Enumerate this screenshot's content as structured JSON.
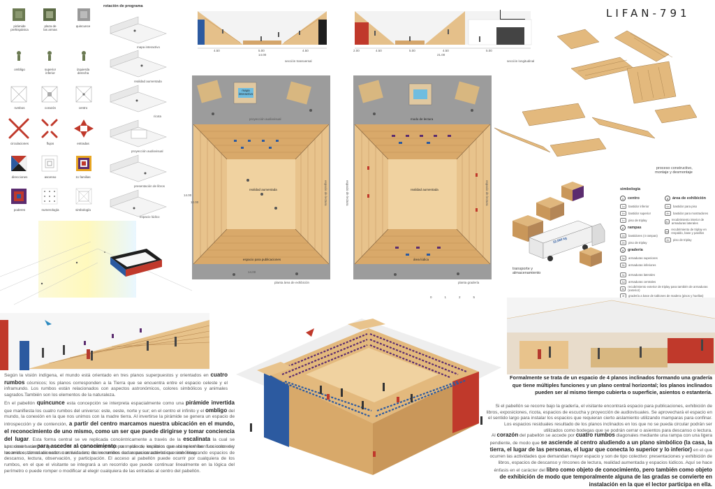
{
  "header": {
    "title": "LIFAN-791"
  },
  "symbols": [
    {
      "id": "piramide",
      "label": "pirámide\nprehispánica"
    },
    {
      "id": "plaza",
      "label": "plaza de\nlas armas"
    },
    {
      "id": "quincunce",
      "label": "quincunce"
    },
    {
      "id": "ombligo",
      "label": "ombligo"
    },
    {
      "id": "superior",
      "label": "superior\ninferior"
    },
    {
      "id": "izquierda",
      "label": "izquierda\nderecha"
    },
    {
      "id": "rumbos",
      "label": "rumbos"
    },
    {
      "id": "corazon",
      "label": "corazón"
    },
    {
      "id": "centro",
      "label": "centro"
    },
    {
      "id": "circulaciones",
      "label": "circulaciones"
    },
    {
      "id": "flujos",
      "label": "flujos"
    },
    {
      "id": "entradas",
      "label": "entradas"
    },
    {
      "id": "direcciones",
      "label": "direcciones"
    },
    {
      "id": "ascenso",
      "label": "ascenso"
    },
    {
      "id": "familias",
      "label": "11 familias"
    },
    {
      "id": "poderes",
      "label": "poderes"
    },
    {
      "id": "numerologia",
      "label": "numerología"
    },
    {
      "id": "simbologia",
      "label": "simbología"
    }
  ],
  "program": {
    "heading": "rotación de programa",
    "items": [
      "mapa interactivo",
      "realidad aumentada",
      "ricota",
      "proyección audiovisual",
      "presentación de libros",
      "espacio lúdico"
    ]
  },
  "sections": {
    "transversal": {
      "label": "sección transversal",
      "dims": [
        "4.50",
        "5.00",
        "4.50",
        "14.00"
      ]
    },
    "longitudinal": {
      "label": "sección longitudinal",
      "dims": [
        "2.00",
        "4.50",
        "5.00",
        "4.50",
        "5.00",
        "21.00"
      ]
    }
  },
  "plans": {
    "left": {
      "label": "planta área de exhibición",
      "tags": [
        "mapa interactivo",
        "proyección audiovisual",
        "realidad aumentada",
        "espacio de lectura",
        "espacio para publicaciones"
      ],
      "dims": [
        "14.00",
        "12.00",
        "14.00"
      ]
    },
    "right": {
      "label": "planta gradería",
      "tags": [
        "modo de lectura",
        "realidad aumentada",
        "espacio de lectura",
        "área lúdica",
        "espacio de lectura"
      ]
    },
    "scale": [
      "0",
      "1",
      "2",
      "5"
    ]
  },
  "process": {
    "label": "proceso constructivo,\nmontaje y desmontaje"
  },
  "transport": {
    "label": "transporte y\nalmacenamiento",
    "truck_text": "22,560 kg"
  },
  "legend": {
    "heading": "simbología",
    "groups": [
      {
        "n": "1",
        "title": "centro",
        "items": [
          {
            "code": "1a",
            "text": "bastidor inferior"
          },
          {
            "code": "1b",
            "text": "bastidor superior"
          },
          {
            "code": "1c",
            "text": "piso de triplay"
          }
        ]
      },
      {
        "n": "2",
        "title": "rampas",
        "items": [
          {
            "code": "2a",
            "text": "bastidores (4 rampas)"
          },
          {
            "code": "2b",
            "text": "piso de triplay"
          }
        ]
      },
      {
        "n": "3",
        "title": "gradería",
        "items": [
          {
            "code": "3a",
            "text": "armaduras superiores"
          },
          {
            "code": "3b",
            "text": "armaduras inferiores"
          },
          {
            "code": "3c",
            "text": "armaduras laterales"
          },
          {
            "code": "3d",
            "text": "armaduras centrales"
          },
          {
            "code": "3e",
            "text": "recubrimiento exterior de triplay para también de armaduras (exterior)"
          },
          {
            "code": "3f",
            "text": "gradería a base de tablones de madera (pisos y huellas)"
          }
        ]
      },
      {
        "n": "4",
        "title": "área de exhibición",
        "items": [
          {
            "code": "4a",
            "text": "bastidor para piso"
          },
          {
            "code": "4b",
            "text": "bastidor para mostradores"
          },
          {
            "code": "4c",
            "text": "recubrimiento interior de armaduras laterales"
          },
          {
            "code": "4d",
            "text": "recubrimiento de triplay en respaldo, base y pasillos"
          },
          {
            "code": "4e",
            "text": "piso de triplay"
          }
        ]
      }
    ]
  },
  "text": {
    "p1_a": "Según la visión indígena, el mundo está orientado en tres planos superpuestos y orientados en ",
    "p1_b": "cuatro rumbos",
    "p1_c": " cósmicos; los planos corresponden a la Tierra que se encuentra entre el espacio celeste y el inframundo. Los rumbos están relacionados con aspectos astronómicos, colores simbólicos y animales sagrados.También son los elementos de la naturaleza.",
    "p2_a": "En el pabellón ",
    "p2_b": "quincunce",
    "p2_c": " esta concepción se interpreta espacialmente como una ",
    "p2_d": "pirámide invertida",
    "p2_e": " que manifiesta los cuatro rumbos del universo: este, oeste, norte y sur; en el centro el infinito y el ",
    "p2_f": "ombligo",
    "p2_g": " del mundo, la conexión en la que nos unimos con la madre tierra. Al invertirse la pirámide se genera un espacio de introspección y de contención, ",
    "p2_h": "a partir del centro marcamos nuestra ubicación en el mundo, el reconocimiento de uno mismo, como un ser que puede dirigirse y tomar conciencia del lugar",
    "p2_i": ". Esta forma central se ve replicada concéntricamente a través de la ",
    "p2_j": "escalinata",
    "p2_k": " la cual se aproxima hacia ",
    "p2_l": "para acceder al conocimiento",
    "p2_m": " por medio de los libros que ahí se exhiben.Los colores y las aves están relacionados con cada uno de los rumbos dadas sus características simbólicas.",
    "p3": "Los cuatro rumbos generan en su perímetro y bajo sus planos, espacios que cumplen las funciones de: recorridos, zonas de estar o actividades; los recorridos son espacios activos que van integrando espacios de descanso, lectura, observación, y participación. El acceso al pabellón puede ocurrir por cualquiera de los rumbos, en el que el visitante se integrará a un recorrido que puede continuar linealmente en la lógica del perímetro o puede romper o modificar al elegir cualquiera de las entradas al centro del pabellón.",
    "r1_a": "Formalmente se trata de un espacio de 4 planos inclinados formando una gradería que tiene múltiples funciones y un plano central horizontal; los planos inclinados pueden ser al mismo tiempo cubierta o superficie, asientos o estantería.",
    "r2": "Si el pabellón se recorre bajo la gradería, el visitante encontrará espacio para publicaciones, exhibición de libros, exposiciones, ricota, espacios de escucha y proyección de audiovisuales. Se aprovechará el espacio en el sentido largo para instalar los espacios que requieran cierto aislamiento utilizando mamparas para confinar. Los espacios residuales resultado de los planos inclinados en los que no se pueda circular podrán ser utilizados como bodegas que se podrán cerrar o asientos para descanso o lectura.",
    "r3_a": "Al ",
    "r3_b": "corazón",
    "r3_c": " del pabellón se accede por ",
    "r3_d": "cuatro rumbos",
    "r3_e": " diagonales mediante una rampa con una ligera pendiente, de modo que ",
    "r3_f": "se asciende al centro aludiendo a un plano simbólico (la casa, la tierra, el lugar de las personas, el lugar que conecta lo superior y lo inferior)",
    "r3_g": " en el que ocurren las actividades que demandan mayor espacio y son de tipo colectivo: presentaciones y exhibición de libros, espacios de descanso y rincones de lectura, realidad aumentada y espacios lúdicos. Aquí se hace énfasis en el carácter del ",
    "r3_h": "libro como objeto de conocimiento, pero también como objeto de exhibición de modo que temporalmente alguna de las gradas se convierte en instalación en la que el lector participa en ella."
  },
  "colors": {
    "wood": "#e0b77d",
    "wood_dark": "#c9975a",
    "red": "#c0392b",
    "blue": "#2c5aa0",
    "purple": "#5b2c6f",
    "concrete": "#9a9a9a"
  }
}
